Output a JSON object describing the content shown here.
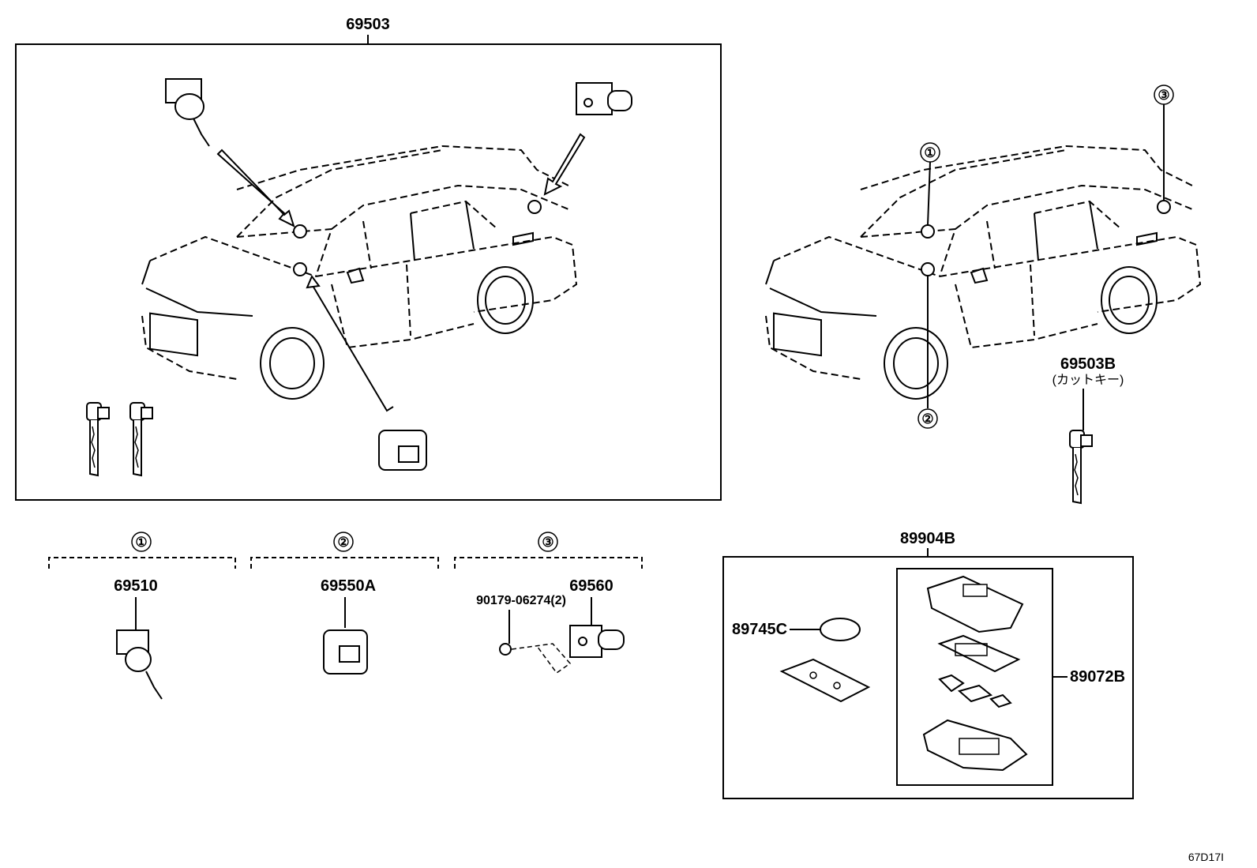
{
  "labels": {
    "main_assembly": "69503",
    "cut_key": "69503B",
    "cut_key_note": "(カットキー)",
    "ref1": "①",
    "ref2": "②",
    "ref3": "③",
    "part_69510": "69510",
    "part_69550A": "69550A",
    "part_69560": "69560",
    "part_screw": "90179-06274(2)",
    "remote_assembly": "89904B",
    "battery": "89745C",
    "transmitter_case": "89072B",
    "diagram_code": "67D17I"
  }
}
